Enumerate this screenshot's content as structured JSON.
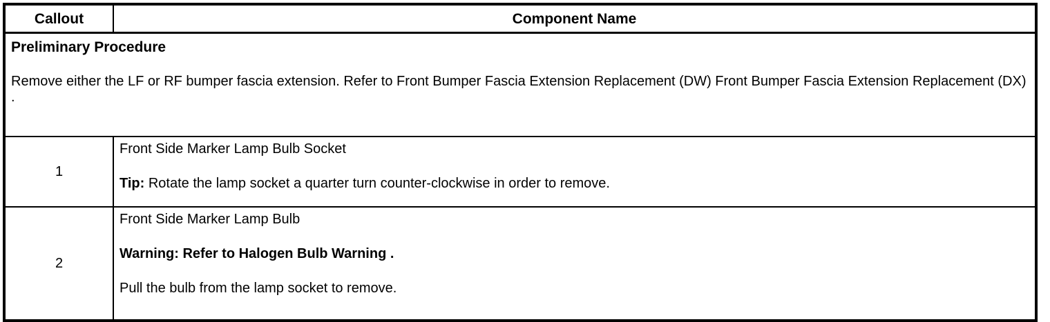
{
  "table": {
    "header": {
      "callout": "Callout",
      "component": "Component Name"
    },
    "preliminary": {
      "title": "Preliminary Procedure",
      "body": "Remove either the LF or RF bumper fascia extension. Refer to Front Bumper Fascia Extension Replacement (DW) Front Bumper Fascia Extension Replacement (DX) ."
    },
    "rows": [
      {
        "callout": "1",
        "name": "Front Side Marker Lamp Bulb Socket",
        "tip_label": "Tip:",
        "tip_text": " Rotate the lamp socket a quarter turn counter-clockwise in order to remove."
      },
      {
        "callout": "2",
        "name": "Front Side Marker Lamp Bulb",
        "warning": "Warning: Refer to Halogen Bulb Warning .",
        "instruction": "Pull the bulb from the lamp socket to remove."
      }
    ]
  },
  "colors": {
    "border": "#000000",
    "text": "#000000",
    "background": "#ffffff"
  }
}
